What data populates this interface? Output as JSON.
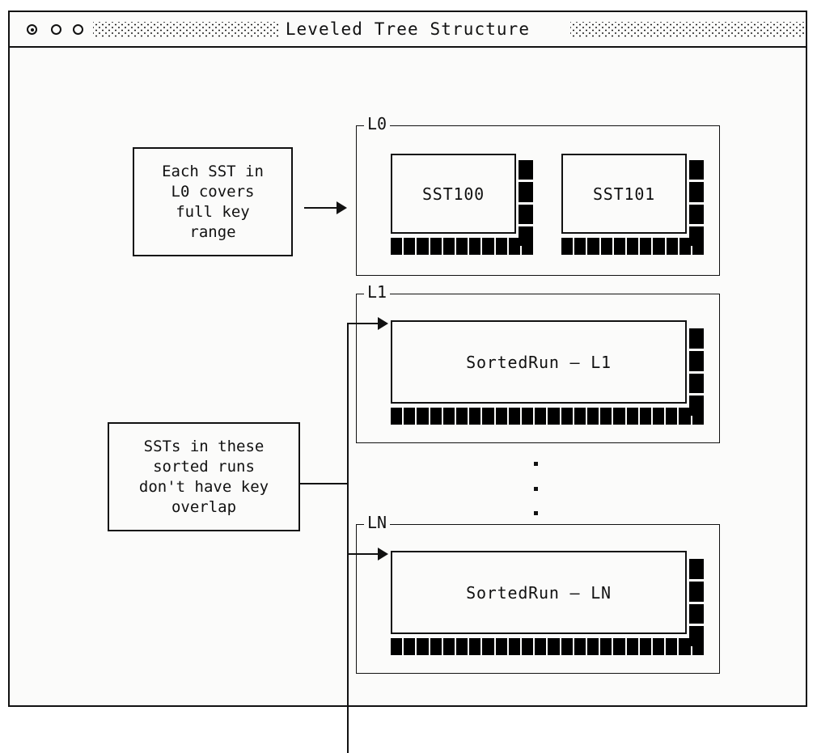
{
  "window": {
    "title": "Leveled Tree Structure",
    "controls": [
      {
        "name": "window-button-close",
        "icon": "circle-dot-icon"
      },
      {
        "name": "window-button-minimize",
        "icon": "circle-icon"
      },
      {
        "name": "window-button-maximize",
        "icon": "circle-icon"
      }
    ],
    "decoration": "dotted-hatch-texture"
  },
  "notes": [
    {
      "id": "note-l0",
      "text": "Each SST in\nL0 covers\nfull key\nrange"
    },
    {
      "id": "note-sorted-runs",
      "text": "SSTs in these\nsorted runs\ndon't have key\noverlap"
    }
  ],
  "levels": [
    {
      "id": "level-l0",
      "label": "L0",
      "units": [
        {
          "id": "sst100",
          "label": "SST100",
          "side_blocks": 4,
          "bottom_blocks": 11
        },
        {
          "id": "sst101",
          "label": "SST101",
          "side_blocks": 4,
          "bottom_blocks": 11
        }
      ]
    },
    {
      "id": "level-l1",
      "label": "L1",
      "units": [
        {
          "id": "sortedrun-l1",
          "label": "SortedRun – L1",
          "side_blocks": 4,
          "bottom_blocks": 24
        }
      ]
    },
    {
      "id": "level-ln",
      "label": "LN",
      "units": [
        {
          "id": "sortedrun-ln",
          "label": "SortedRun – LN",
          "side_blocks": 4,
          "bottom_blocks": 24
        }
      ]
    }
  ],
  "ellipsis": {
    "dots": 3
  },
  "colors": {
    "background": "#ffffff",
    "panel": "#fbfbfa",
    "stroke": "#111111",
    "block_fill": "#000000"
  }
}
